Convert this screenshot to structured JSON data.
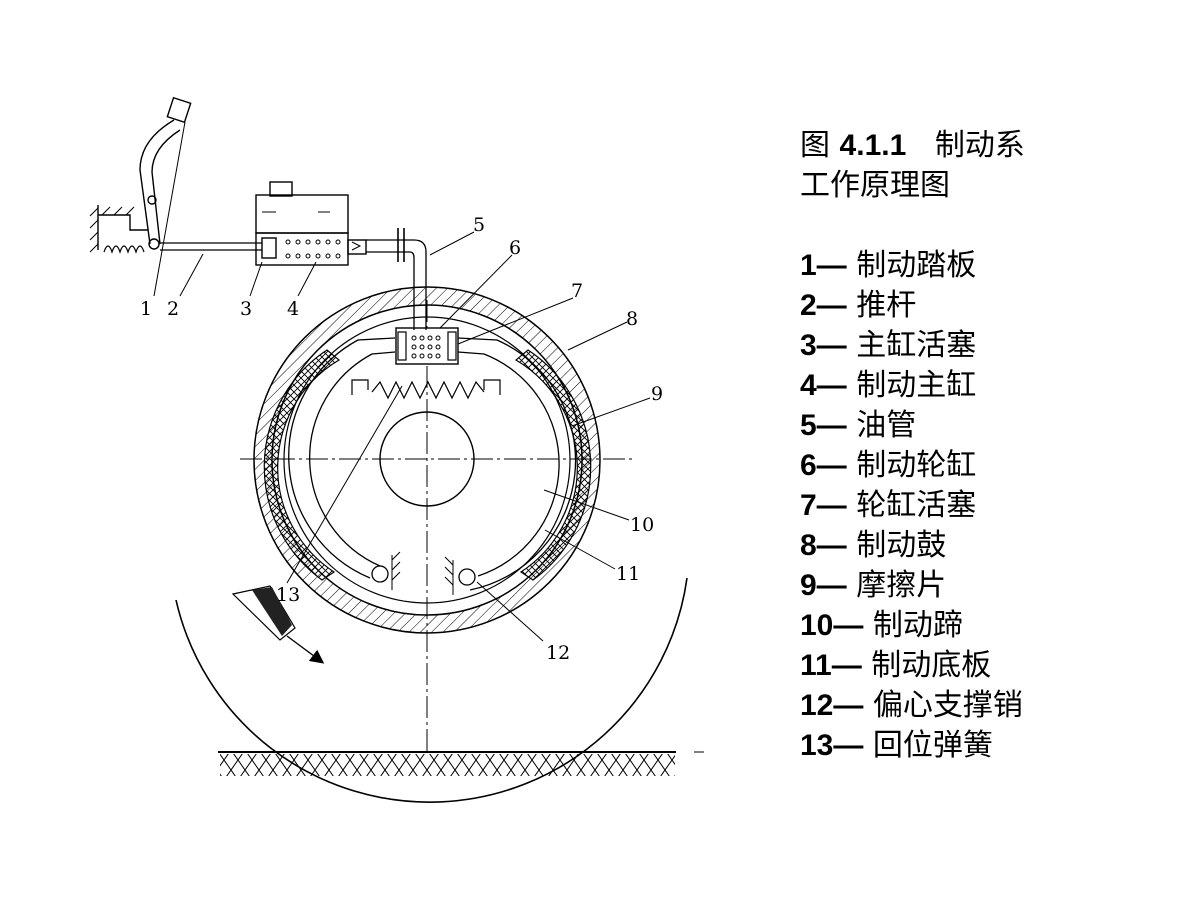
{
  "figure": {
    "title_prefix": "图",
    "title_number": "4.1.1",
    "title_rest": "制动系",
    "title_line2": "工作原理图"
  },
  "legend": [
    {
      "num": "1—",
      "label": "制动踏板"
    },
    {
      "num": "2—",
      "label": "推杆"
    },
    {
      "num": "3—",
      "label": "主缸活塞"
    },
    {
      "num": "4—",
      "label": "制动主缸"
    },
    {
      "num": "5—",
      "label": "油管"
    },
    {
      "num": "6—",
      "label": "制动轮缸"
    },
    {
      "num": "7—",
      "label": "轮缸活塞"
    },
    {
      "num": "8—",
      "label": "制动鼓"
    },
    {
      "num": "9—",
      "label": "摩擦片"
    },
    {
      "num": "10—",
      "label": "制动蹄"
    },
    {
      "num": "11—",
      "label": "制动底板"
    },
    {
      "num": "12—",
      "label": "偏心支撑销"
    },
    {
      "num": "13—",
      "label": "回位弹簧"
    }
  ],
  "callouts": [
    "1",
    "2",
    "3",
    "4",
    "5",
    "6",
    "7",
    "8",
    "9",
    "10",
    "11",
    "12",
    "13"
  ]
}
